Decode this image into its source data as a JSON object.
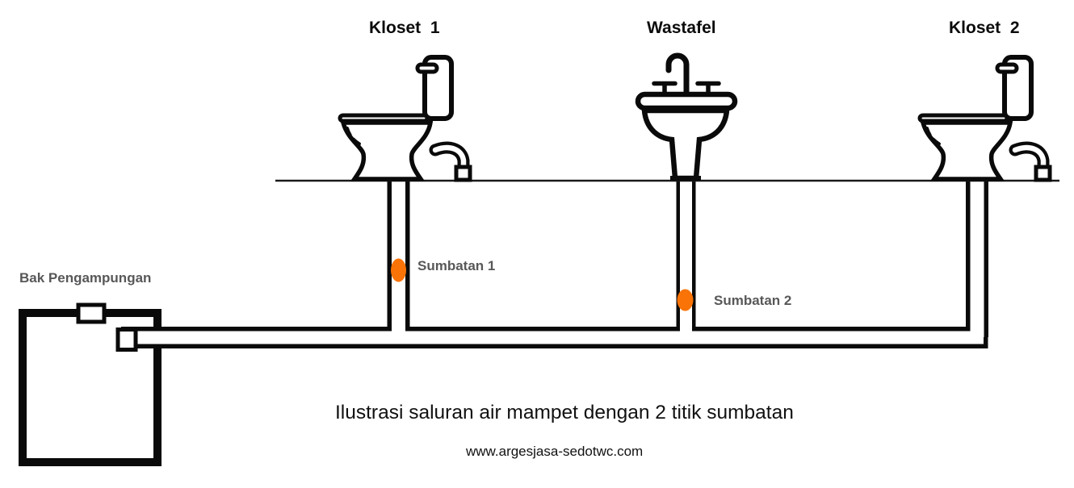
{
  "diagram": {
    "fixtures": {
      "kloset1_label": "Kloset  1",
      "wastafel_label": "Wastafel",
      "kloset2_label": "Kloset  2"
    },
    "tank_label": "Bak Pengampungan",
    "blockages": {
      "sumbatan1_label": "Sumbatan 1",
      "sumbatan2_label": "Sumbatan 2"
    }
  },
  "caption": {
    "title": "Ilustrasi saluran air mampet dengan 2 titik sumbatan",
    "website": "www.argesjasa-sedotwc.com"
  },
  "icons": {
    "kloset1": "toilet-icon",
    "wastafel": "sink-icon",
    "kloset2": "toilet-icon",
    "bak_pengampungan": "tank-icon",
    "sumbatan1": "blockage-dot-icon",
    "sumbatan2": "blockage-dot-icon"
  },
  "colors": {
    "line_black": "#0a0a0a",
    "blockage_orange": "#f97306",
    "label_gray": "#58585a",
    "background": "#ffffff"
  }
}
